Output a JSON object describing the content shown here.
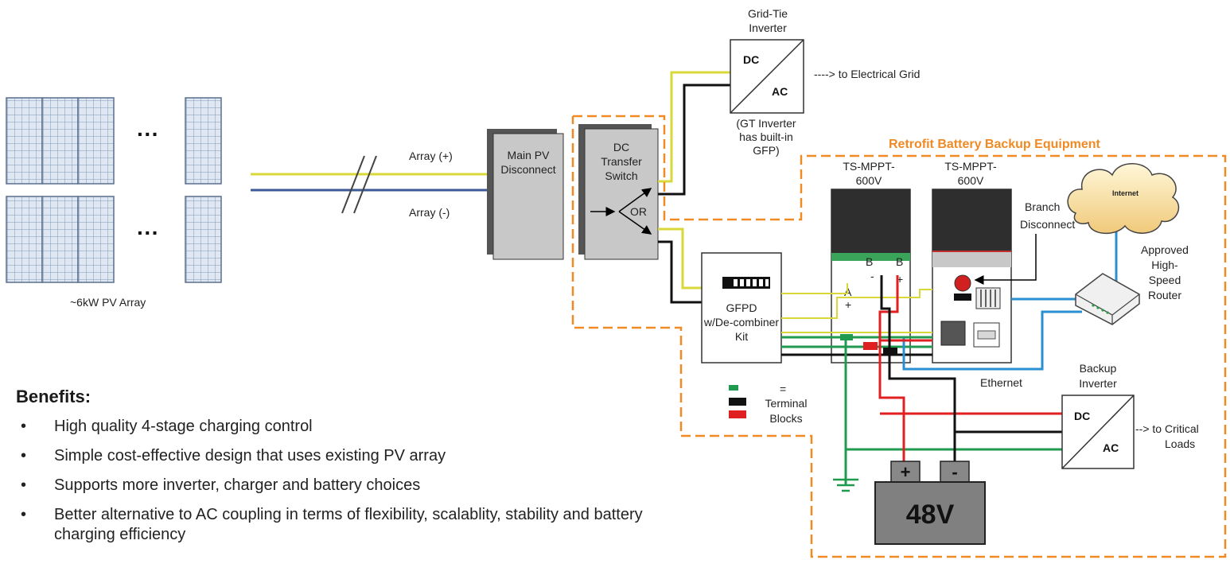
{
  "pv_array": {
    "label": "~6kW PV Array",
    "ellipsis": "···"
  },
  "wires": {
    "array_pos": "Array (+)",
    "array_neg": "Array (-)"
  },
  "main_disconnect": {
    "line1": "Main PV",
    "line2": "Disconnect"
  },
  "transfer_switch": {
    "line1": "DC",
    "line2": "Transfer",
    "line3": "Switch",
    "or_label": "OR"
  },
  "grid_tie": {
    "title1": "Grid-Tie",
    "title2": "Inverter",
    "dc": "DC",
    "ac": "AC",
    "note1": "(GT Inverter",
    "note2": "has built-in",
    "note3": "GFP)",
    "output": "----> to Electrical Grid"
  },
  "retrofit_title": "Retrofit Battery Backup Equipment",
  "controller1": {
    "line1": "TS-MPPT-",
    "line2": "600V",
    "term_a": "A",
    "term_a_pos": "+",
    "term_b": "B",
    "term_b_neg": "-",
    "term_b2": "B",
    "term_b_pos": "+"
  },
  "controller2": {
    "line1": "TS-MPPT-",
    "line2": "600V"
  },
  "gfpd": {
    "line1": "GFPD",
    "line2": "w/De-combiner",
    "line3": "Kit"
  },
  "branch_disconnect": {
    "line1": "Branch",
    "line2": "Disconnect"
  },
  "internet": {
    "label": "Internet"
  },
  "router": {
    "line1": "Approved",
    "line2": "High-",
    "line3": "Speed",
    "line4": "Router"
  },
  "ethernet": {
    "label": "Ethernet"
  },
  "terminal_legend": {
    "eq": "=",
    "line1": "Terminal",
    "line2": "Blocks"
  },
  "backup_inverter": {
    "title1": "Backup",
    "title2": "Inverter",
    "dc": "DC",
    "ac": "AC",
    "output1": "--> to Critical",
    "output2": "Loads"
  },
  "battery": {
    "plus": "+",
    "minus": "-",
    "voltage": "48V"
  },
  "benefits": {
    "title": "Benefits:",
    "items": [
      "High quality 4-stage charging control",
      "Simple cost-effective design that uses existing PV array",
      "Supports more inverter, charger and battery choices",
      "Better alternative to AC coupling in terms of flexibility, scalablity, stability and battery charging efficiency"
    ]
  },
  "colors": {
    "orange": "#f08a24",
    "wire_yellow": "#d8d83a",
    "wire_blue": "#3c5a9a",
    "wire_green": "#1f9a4f",
    "wire_red": "#e02020",
    "eth_blue": "#2a8fd0"
  }
}
